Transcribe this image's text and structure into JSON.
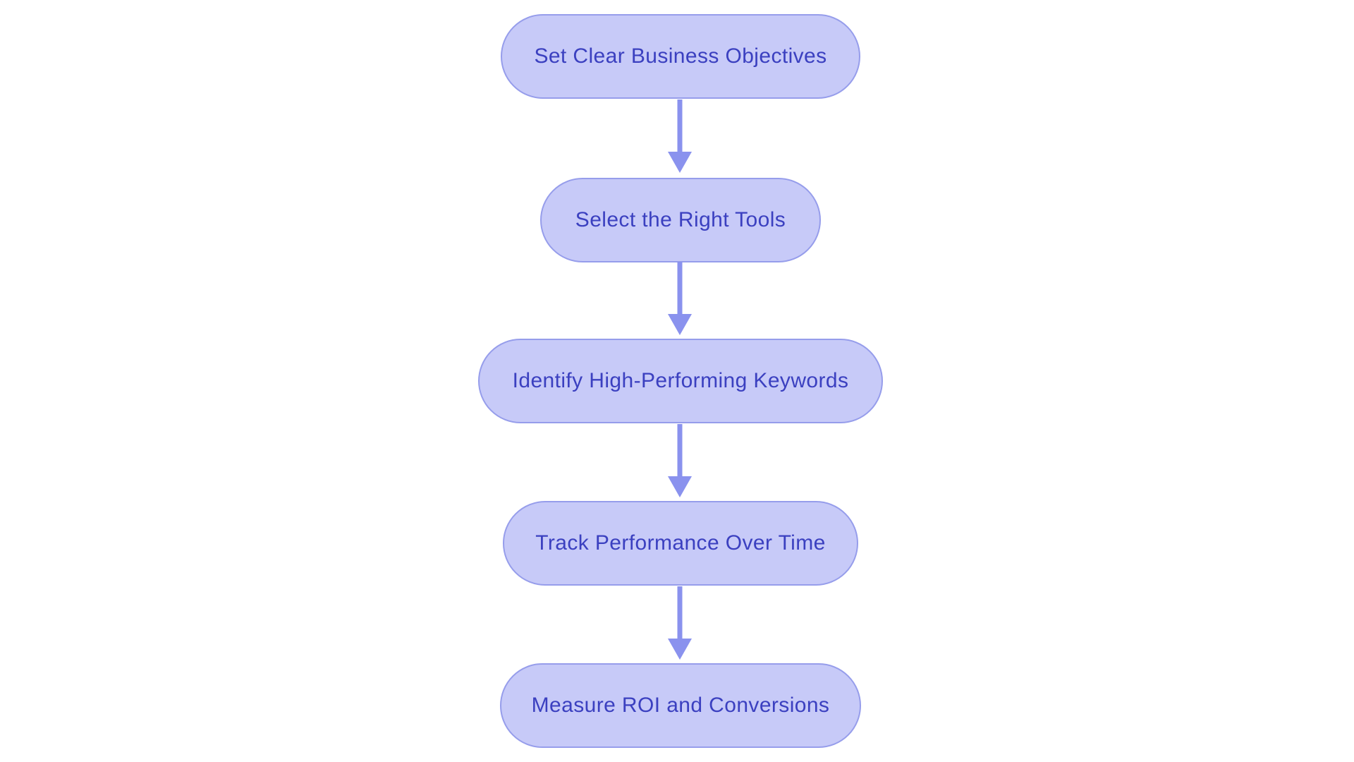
{
  "diagram": {
    "type": "flowchart",
    "direction": "top-down",
    "colors": {
      "bg": "#ffffff",
      "node_fill": "#C7CAF8",
      "node_border": "#969DEB",
      "node_text": "#3B40C0",
      "arrow": "#8A92EE"
    },
    "nodes": [
      {
        "id": "objectives",
        "label": "Set Clear Business Objectives"
      },
      {
        "id": "tools",
        "label": "Select the Right Tools"
      },
      {
        "id": "keywords",
        "label": "Identify High-Performing Keywords"
      },
      {
        "id": "tracking",
        "label": "Track Performance Over Time"
      },
      {
        "id": "roi",
        "label": "Measure ROI and Conversions"
      }
    ],
    "edges": [
      {
        "from": "objectives",
        "to": "tools"
      },
      {
        "from": "tools",
        "to": "keywords"
      },
      {
        "from": "keywords",
        "to": "tracking"
      },
      {
        "from": "tracking",
        "to": "roi"
      }
    ]
  }
}
